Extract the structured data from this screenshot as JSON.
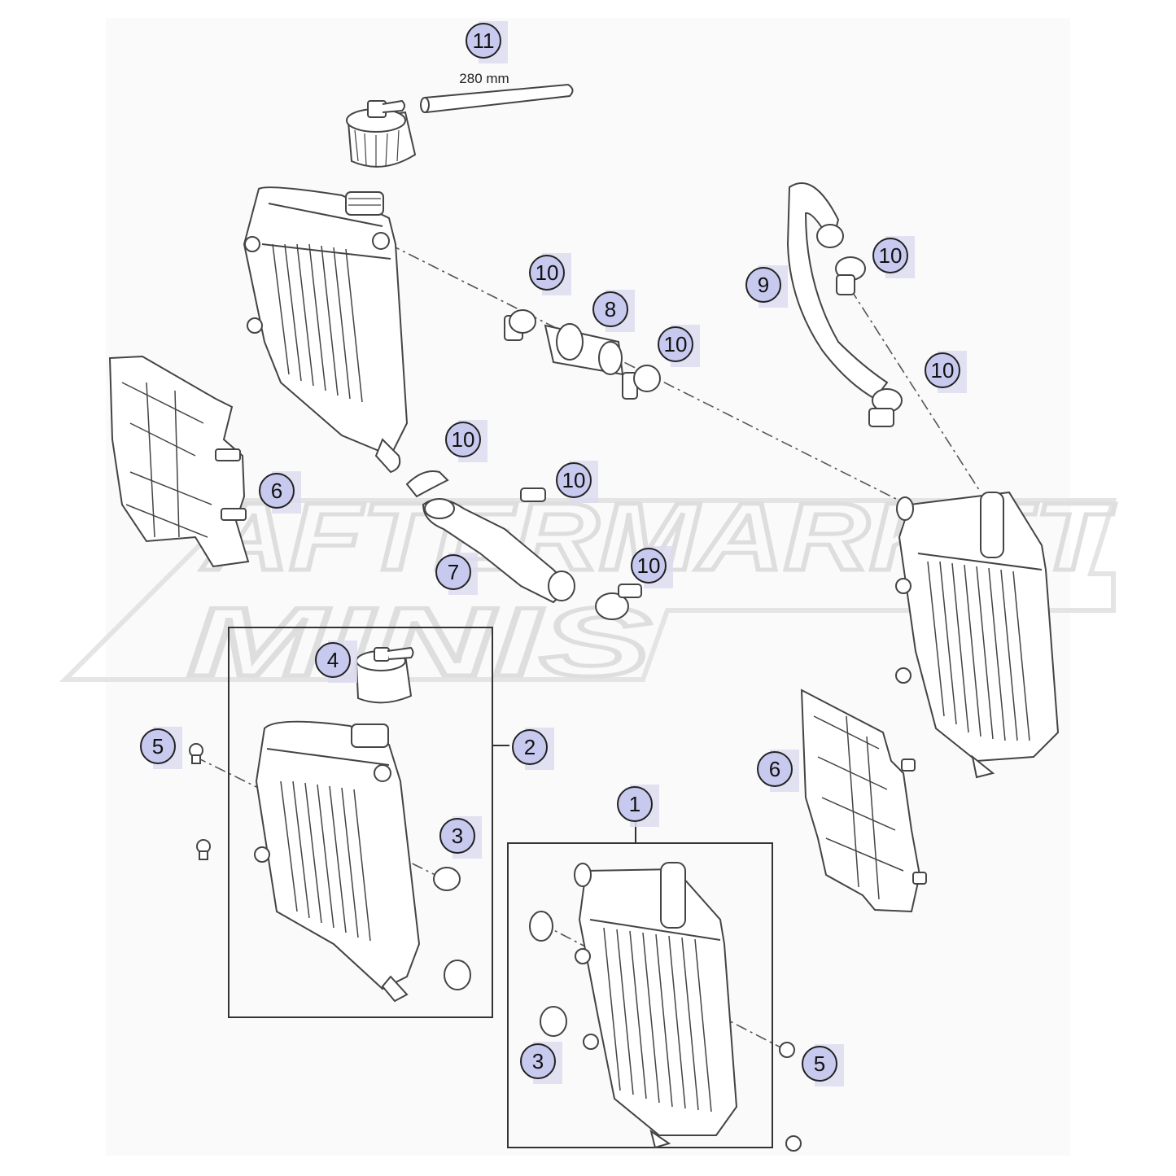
{
  "diagram": {
    "dimension_label": "280 mm",
    "watermark": {
      "line1": "AFTERMARKET",
      "line2": "MINIS"
    },
    "callouts": [
      {
        "id": "callout-11",
        "label": "11"
      },
      {
        "id": "callout-10-a",
        "label": "10"
      },
      {
        "id": "callout-8",
        "label": "8"
      },
      {
        "id": "callout-10-b",
        "label": "10"
      },
      {
        "id": "callout-9",
        "label": "9"
      },
      {
        "id": "callout-10-c",
        "label": "10"
      },
      {
        "id": "callout-10-d",
        "label": "10"
      },
      {
        "id": "callout-10-e",
        "label": "10"
      },
      {
        "id": "callout-10-f",
        "label": "10"
      },
      {
        "id": "callout-10-g",
        "label": "10"
      },
      {
        "id": "callout-6-left",
        "label": "6"
      },
      {
        "id": "callout-7",
        "label": "7"
      },
      {
        "id": "callout-4",
        "label": "4"
      },
      {
        "id": "callout-5-left",
        "label": "5"
      },
      {
        "id": "callout-2",
        "label": "2"
      },
      {
        "id": "callout-3-top",
        "label": "3"
      },
      {
        "id": "callout-1",
        "label": "1"
      },
      {
        "id": "callout-6-right",
        "label": "6"
      },
      {
        "id": "callout-3-bottom",
        "label": "3"
      },
      {
        "id": "callout-5-right",
        "label": "5"
      }
    ]
  }
}
